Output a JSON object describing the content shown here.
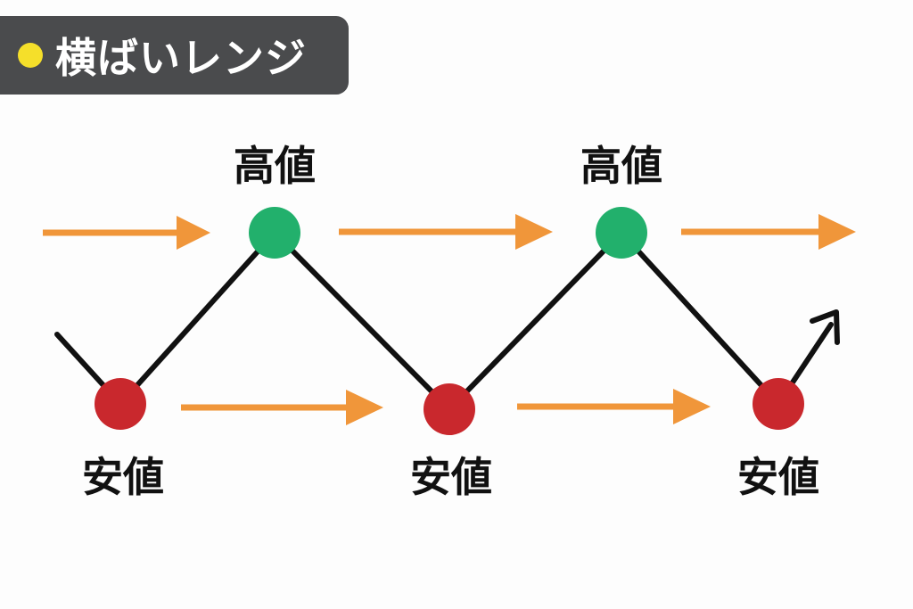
{
  "title": {
    "text": "横ばいレンジ",
    "dot_color": "#f5df2a",
    "background": "#4a4b4d"
  },
  "labels": {
    "high": "高値",
    "low": "安値"
  },
  "colors": {
    "high_point": "#22b06c",
    "low_point": "#c9282d",
    "arrow": "#f0963a",
    "price_line": "#111111"
  }
}
